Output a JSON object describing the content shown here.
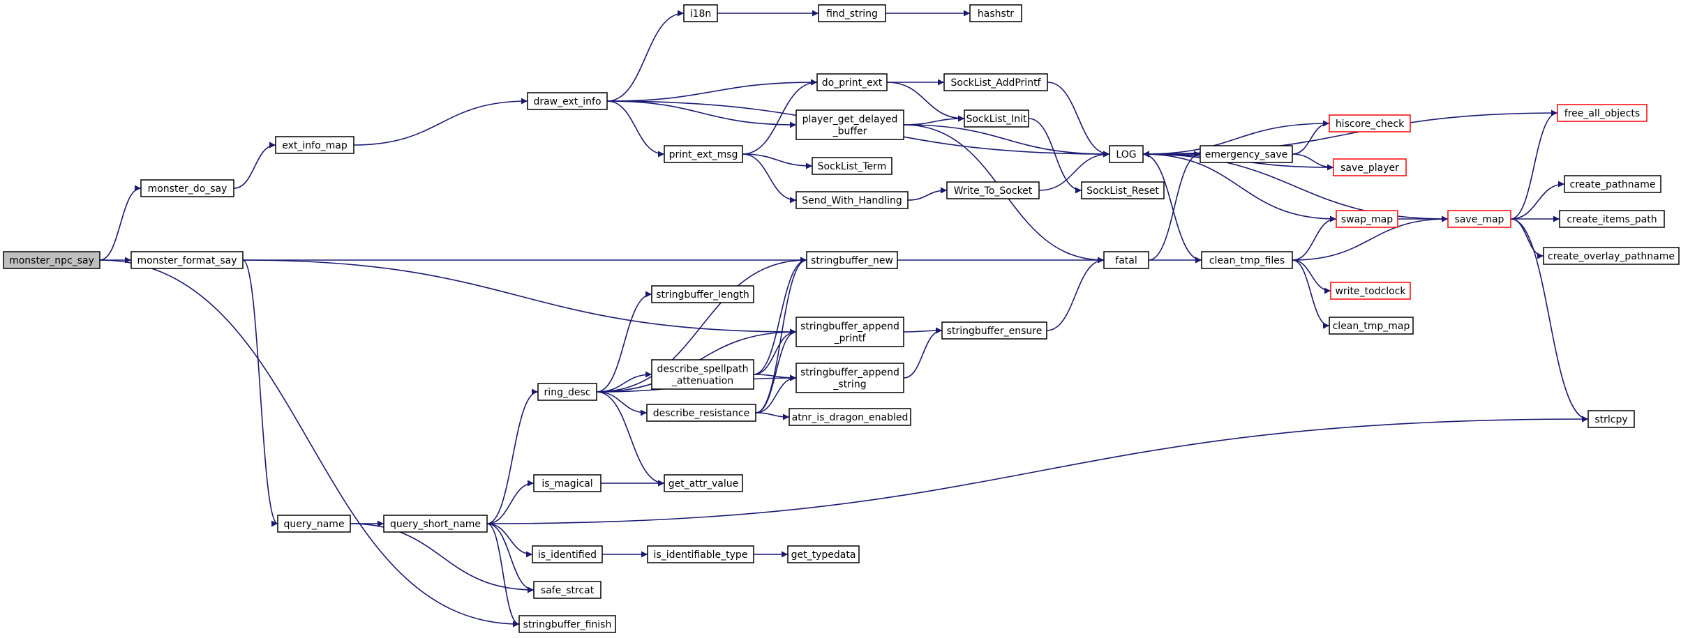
{
  "nodes": [
    {
      "id": "monster_npc_say",
      "lines": [
        "monster_npc_say"
      ],
      "kind": "root"
    },
    {
      "id": "monster_do_say",
      "lines": [
        "monster_do_say"
      ]
    },
    {
      "id": "monster_format_say",
      "lines": [
        "monster_format_say"
      ]
    },
    {
      "id": "ext_info_map",
      "lines": [
        "ext_info_map"
      ]
    },
    {
      "id": "draw_ext_info",
      "lines": [
        "draw_ext_info"
      ]
    },
    {
      "id": "i18n",
      "lines": [
        "i18n"
      ]
    },
    {
      "id": "find_string",
      "lines": [
        "find_string"
      ]
    },
    {
      "id": "hashstr",
      "lines": [
        "hashstr"
      ]
    },
    {
      "id": "do_print_ext",
      "lines": [
        "do_print_ext"
      ]
    },
    {
      "id": "SockList_AddPrintf",
      "lines": [
        "SockList_AddPrintf"
      ]
    },
    {
      "id": "player_get_delayed_buffer",
      "lines": [
        "player_get_delayed",
        "_buffer"
      ]
    },
    {
      "id": "SockList_Init",
      "lines": [
        "SockList_Init"
      ]
    },
    {
      "id": "print_ext_msg",
      "lines": [
        "print_ext_msg"
      ]
    },
    {
      "id": "SockList_Term",
      "lines": [
        "SockList_Term"
      ]
    },
    {
      "id": "Send_With_Handling",
      "lines": [
        "Send_With_Handling"
      ]
    },
    {
      "id": "Write_To_Socket",
      "lines": [
        "Write_To_Socket"
      ]
    },
    {
      "id": "SockList_Reset",
      "lines": [
        "SockList_Reset"
      ]
    },
    {
      "id": "LOG",
      "lines": [
        "LOG"
      ]
    },
    {
      "id": "emergency_save",
      "lines": [
        "emergency_save"
      ]
    },
    {
      "id": "hiscore_check",
      "lines": [
        "hiscore_check"
      ],
      "kind": "truncated"
    },
    {
      "id": "save_player",
      "lines": [
        "save_player"
      ],
      "kind": "truncated"
    },
    {
      "id": "free_all_objects",
      "lines": [
        "free_all_objects"
      ],
      "kind": "truncated"
    },
    {
      "id": "create_pathname",
      "lines": [
        "create_pathname"
      ]
    },
    {
      "id": "create_items_path",
      "lines": [
        "create_items_path"
      ]
    },
    {
      "id": "create_overlay_pathname",
      "lines": [
        "create_overlay_pathname"
      ]
    },
    {
      "id": "save_map",
      "lines": [
        "save_map"
      ],
      "kind": "truncated"
    },
    {
      "id": "swap_map",
      "lines": [
        "swap_map"
      ],
      "kind": "truncated"
    },
    {
      "id": "write_todclock",
      "lines": [
        "write_todclock"
      ],
      "kind": "truncated"
    },
    {
      "id": "clean_tmp_map",
      "lines": [
        "clean_tmp_map"
      ]
    },
    {
      "id": "clean_tmp_files",
      "lines": [
        "clean_tmp_files"
      ]
    },
    {
      "id": "fatal",
      "lines": [
        "fatal"
      ]
    },
    {
      "id": "stringbuffer_new",
      "lines": [
        "stringbuffer_new"
      ]
    },
    {
      "id": "stringbuffer_length",
      "lines": [
        "stringbuffer_length"
      ]
    },
    {
      "id": "stringbuffer_append_printf",
      "lines": [
        "stringbuffer_append",
        "_printf"
      ]
    },
    {
      "id": "stringbuffer_ensure",
      "lines": [
        "stringbuffer_ensure"
      ]
    },
    {
      "id": "describe_spellpath_attenuation",
      "lines": [
        "describe_spellpath",
        "_attenuation"
      ]
    },
    {
      "id": "stringbuffer_append_string",
      "lines": [
        "stringbuffer_append",
        "_string"
      ]
    },
    {
      "id": "ring_desc",
      "lines": [
        "ring_desc"
      ]
    },
    {
      "id": "describe_resistance",
      "lines": [
        "describe_resistance"
      ]
    },
    {
      "id": "atnr_is_dragon_enabled",
      "lines": [
        "atnr_is_dragon_enabled"
      ]
    },
    {
      "id": "strlcpy",
      "lines": [
        "strlcpy"
      ]
    },
    {
      "id": "is_magical",
      "lines": [
        "is_magical"
      ]
    },
    {
      "id": "get_attr_value",
      "lines": [
        "get_attr_value"
      ]
    },
    {
      "id": "query_name",
      "lines": [
        "query_name"
      ]
    },
    {
      "id": "query_short_name",
      "lines": [
        "query_short_name"
      ]
    },
    {
      "id": "is_identified",
      "lines": [
        "is_identified"
      ]
    },
    {
      "id": "is_identifiable_type",
      "lines": [
        "is_identifiable_type"
      ]
    },
    {
      "id": "get_typedata",
      "lines": [
        "get_typedata"
      ]
    },
    {
      "id": "safe_strcat",
      "lines": [
        "safe_strcat"
      ]
    },
    {
      "id": "stringbuffer_finish",
      "lines": [
        "stringbuffer_finish"
      ]
    }
  ],
  "edges": [
    [
      "monster_npc_say",
      "monster_do_say"
    ],
    [
      "monster_npc_say",
      "monster_format_say"
    ],
    [
      "monster_npc_say",
      "stringbuffer_finish"
    ],
    [
      "monster_do_say",
      "ext_info_map"
    ],
    [
      "ext_info_map",
      "draw_ext_info"
    ],
    [
      "draw_ext_info",
      "i18n"
    ],
    [
      "draw_ext_info",
      "LOG"
    ],
    [
      "draw_ext_info",
      "do_print_ext"
    ],
    [
      "draw_ext_info",
      "player_get_delayed_buffer"
    ],
    [
      "draw_ext_info",
      "print_ext_msg"
    ],
    [
      "i18n",
      "find_string"
    ],
    [
      "find_string",
      "hashstr"
    ],
    [
      "do_print_ext",
      "SockList_AddPrintf"
    ],
    [
      "do_print_ext",
      "SockList_Init"
    ],
    [
      "SockList_AddPrintf",
      "LOG"
    ],
    [
      "player_get_delayed_buffer",
      "SockList_Init"
    ],
    [
      "player_get_delayed_buffer",
      "LOG"
    ],
    [
      "player_get_delayed_buffer",
      "fatal"
    ],
    [
      "SockList_Init",
      "SockList_Reset"
    ],
    [
      "print_ext_msg",
      "do_print_ext"
    ],
    [
      "print_ext_msg",
      "SockList_Term"
    ],
    [
      "print_ext_msg",
      "Send_With_Handling"
    ],
    [
      "Send_With_Handling",
      "Write_To_Socket"
    ],
    [
      "Write_To_Socket",
      "LOG"
    ],
    [
      "LOG",
      "emergency_save"
    ],
    [
      "LOG",
      "clean_tmp_files"
    ],
    [
      "emergency_save",
      "hiscore_check"
    ],
    [
      "emergency_save",
      "save_player"
    ],
    [
      "emergency_save",
      "LOG"
    ],
    [
      "hiscore_check",
      "LOG"
    ],
    [
      "save_player",
      "LOG"
    ],
    [
      "free_all_objects",
      "LOG"
    ],
    [
      "save_map",
      "LOG"
    ],
    [
      "save_map",
      "free_all_objects"
    ],
    [
      "save_map",
      "create_pathname"
    ],
    [
      "save_map",
      "create_items_path"
    ],
    [
      "save_map",
      "create_overlay_pathname"
    ],
    [
      "save_map",
      "strlcpy"
    ],
    [
      "swap_map",
      "LOG"
    ],
    [
      "swap_map",
      "save_map"
    ],
    [
      "clean_tmp_files",
      "swap_map"
    ],
    [
      "clean_tmp_files",
      "save_map"
    ],
    [
      "clean_tmp_files",
      "write_todclock"
    ],
    [
      "clean_tmp_files",
      "clean_tmp_map"
    ],
    [
      "fatal",
      "emergency_save"
    ],
    [
      "fatal",
      "clean_tmp_files"
    ],
    [
      "monster_format_say",
      "stringbuffer_new"
    ],
    [
      "monster_format_say",
      "stringbuffer_append_printf"
    ],
    [
      "monster_format_say",
      "query_name"
    ],
    [
      "stringbuffer_new",
      "fatal"
    ],
    [
      "stringbuffer_append_printf",
      "stringbuffer_ensure"
    ],
    [
      "stringbuffer_append_string",
      "stringbuffer_ensure"
    ],
    [
      "stringbuffer_ensure",
      "fatal"
    ],
    [
      "ring_desc",
      "stringbuffer_new"
    ],
    [
      "ring_desc",
      "stringbuffer_length"
    ],
    [
      "ring_desc",
      "stringbuffer_append_printf"
    ],
    [
      "ring_desc",
      "describe_spellpath_attenuation"
    ],
    [
      "ring_desc",
      "describe_resistance"
    ],
    [
      "ring_desc",
      "stringbuffer_append_string"
    ],
    [
      "ring_desc",
      "get_attr_value"
    ],
    [
      "describe_spellpath_attenuation",
      "stringbuffer_new"
    ],
    [
      "describe_spellpath_attenuation",
      "stringbuffer_append_printf"
    ],
    [
      "describe_spellpath_attenuation",
      "stringbuffer_append_string"
    ],
    [
      "describe_resistance",
      "stringbuffer_new"
    ],
    [
      "describe_resistance",
      "stringbuffer_append_printf"
    ],
    [
      "describe_resistance",
      "stringbuffer_append_string"
    ],
    [
      "describe_resistance",
      "atnr_is_dragon_enabled"
    ],
    [
      "is_magical",
      "get_attr_value"
    ],
    [
      "query_name",
      "query_short_name"
    ],
    [
      "query_name",
      "safe_strcat"
    ],
    [
      "query_short_name",
      "ring_desc"
    ],
    [
      "query_short_name",
      "is_magical"
    ],
    [
      "query_short_name",
      "strlcpy"
    ],
    [
      "query_short_name",
      "is_identified"
    ],
    [
      "query_short_name",
      "safe_strcat"
    ],
    [
      "query_short_name",
      "stringbuffer_finish"
    ],
    [
      "is_identified",
      "is_identifiable_type"
    ],
    [
      "is_identifiable_type",
      "get_typedata"
    ]
  ]
}
